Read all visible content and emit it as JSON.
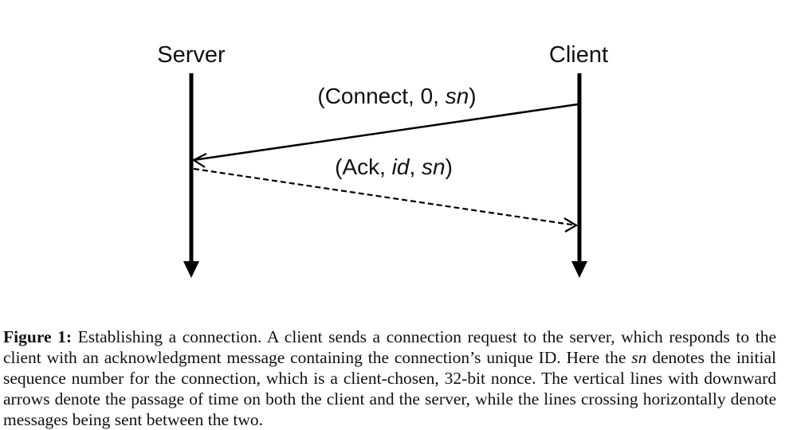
{
  "diagram": {
    "server_label": "Server",
    "client_label": "Client",
    "message_connect": {
      "prefix": "(Connect, 0, ",
      "var": "sn",
      "suffix": ")"
    },
    "message_ack": {
      "prefix": "(Ack, ",
      "var1": "id",
      "middle": ", ",
      "var2": "sn",
      "suffix": ")"
    },
    "colors": {
      "line": "#000000",
      "text": "#111111"
    }
  },
  "caption": {
    "label": "Figure 1:",
    "part1": " Establishing a connection. A client sends a connection request to the server, which responds to the client with an acknowledgment message containing the connection’s unique ID. Here the ",
    "sym": "sn",
    "part2": " denotes the initial sequence number for the connection, which is a client-chosen, 32-bit nonce. The vertical lines with downward arrows denote the passage of time on both the client and the server, while the lines crossing horizontally denote messages being sent between the two."
  }
}
